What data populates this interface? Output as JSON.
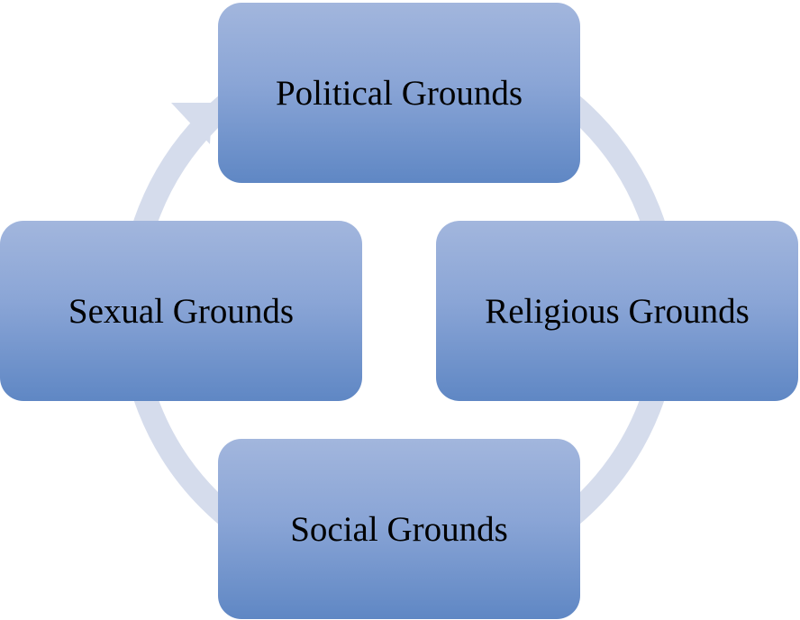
{
  "diagram": {
    "type": "cycle",
    "nodes": [
      {
        "id": "top",
        "label": "Political Grounds"
      },
      {
        "id": "right",
        "label": "Religious Grounds"
      },
      {
        "id": "bottom",
        "label": "Social Grounds"
      },
      {
        "id": "left",
        "label": "Sexual Grounds"
      }
    ],
    "colors": {
      "box_top": "#a2b6dd",
      "box_bottom": "#5f87c4",
      "arrow": "#d5dcec",
      "text": "#000000"
    }
  }
}
